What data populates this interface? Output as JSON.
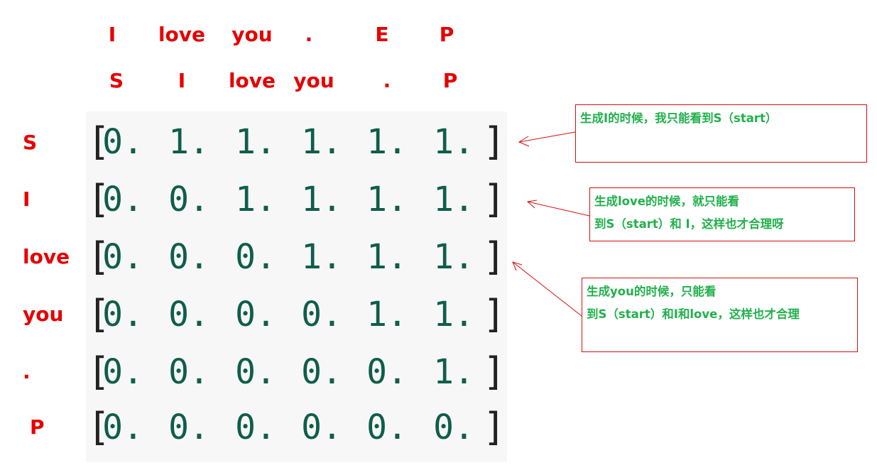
{
  "top_row_1": [
    "I",
    "love",
    "you",
    ".",
    "E",
    "P"
  ],
  "top_row_2": [
    "S",
    "I",
    "love",
    "you",
    ".",
    "P"
  ],
  "row_labels": [
    "S",
    "I",
    "love",
    "you",
    ".",
    "P"
  ],
  "matrix": [
    [
      "0.",
      "1.",
      "1.",
      "1.",
      "1.",
      "1."
    ],
    [
      "0.",
      "0.",
      "1.",
      "1.",
      "1.",
      "1."
    ],
    [
      "0.",
      "0.",
      "0.",
      "1.",
      "1.",
      "1."
    ],
    [
      "0.",
      "0.",
      "0.",
      "0.",
      "1.",
      "1."
    ],
    [
      "0.",
      "0.",
      "0.",
      "0.",
      "0.",
      "1."
    ],
    [
      "0.",
      "0.",
      "0.",
      "0.",
      "0.",
      "0."
    ]
  ],
  "brackets": {
    "open": "[",
    "close": "]"
  },
  "notes": [
    {
      "lines": [
        "生成I的时候，我只能看到S（start）"
      ]
    },
    {
      "lines": [
        "生成love的时候，就只能看",
        "到S（start）和 I，这样也才合理呀"
      ]
    },
    {
      "lines": [
        "生成you的时候，只能看",
        "到S（start）和I和love，这样也才合理"
      ]
    }
  ],
  "colors": {
    "label_red": "#e60000",
    "note_green": "#22b14c",
    "matrix_green": "#0f5e49",
    "arrow_red": "#d21010"
  }
}
